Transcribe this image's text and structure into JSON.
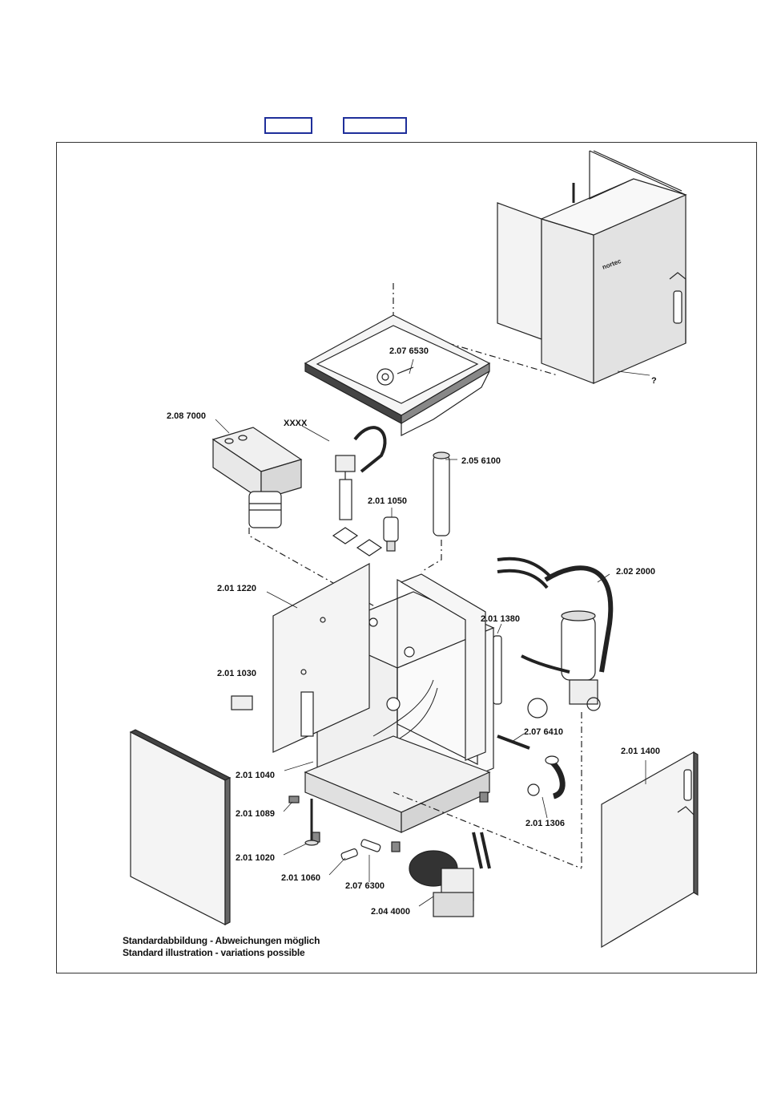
{
  "part_labels": {
    "p_2076530": "2.07 6530",
    "p_2087000": "2.08 7000",
    "p_xxxx": "XXXX",
    "p_2056100": "2.05 6100",
    "p_2011050": "2.01 1050",
    "p_2022000": "2.02 2000",
    "p_2011220": "2.01 1220",
    "p_2011380": "2.01 1380",
    "p_2011030": "2.01 1030",
    "p_2076410": "2.07 6410",
    "p_2011400": "2.01 1400",
    "p_2011040": "2.01 1040",
    "p_2011089": "2.01 1089",
    "p_2011306": "2.01 1306",
    "p_2011020": "2.01 1020",
    "p_2011060": "2.01 1060",
    "p_2076300": "2.07 6300",
    "p_2044000": "2.04 4000",
    "p_question": "?"
  },
  "brand_text": "nortec",
  "caption": {
    "line_de": "Standardabbildung - Abweichungen möglich",
    "line_en": "Standard illustration - variations possible"
  },
  "colors": {
    "nav_box_border": "#1f2f9a",
    "line": "#222222"
  }
}
